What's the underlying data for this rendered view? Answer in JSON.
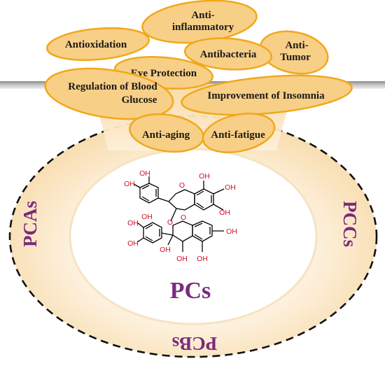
{
  "activities": [
    {
      "id": "antioxidation",
      "lines": [
        "Antioxidation"
      ]
    },
    {
      "id": "anti-inflammatory",
      "lines": [
        "Anti-",
        "inflammatory"
      ]
    },
    {
      "id": "antibacteria",
      "lines": [
        "Antibacteria"
      ]
    },
    {
      "id": "anti-tumor",
      "lines": [
        "Anti-",
        "Tumor"
      ]
    },
    {
      "id": "eye-protection",
      "lines": [
        "Eye Protection"
      ]
    },
    {
      "id": "regulation-of-blood-glucose",
      "lines": [
        "Regulation of Blood",
        "Glucose"
      ]
    },
    {
      "id": "improvement-of-insomnia",
      "lines": [
        "Improvement of Insomnia"
      ]
    },
    {
      "id": "anti-aging",
      "lines": [
        "Anti-aging"
      ]
    },
    {
      "id": "anti-fatigue",
      "lines": [
        "Anti-fatigue"
      ]
    }
  ],
  "ring_labels": {
    "left": "PCAs",
    "right": "PCCs",
    "bottom": "PCBs"
  },
  "center_label": "PCs",
  "chemical_labels": {
    "oh": "OH",
    "o": "O"
  },
  "colors": {
    "pill_fill": "#f8cf86",
    "pill_stroke": "#f0a81c",
    "ring_fill": "#fbe8c9",
    "inner_fill": "#ffffff",
    "cone_fill": "#fbe1b4",
    "label_purple": "#7a2a7c",
    "chem_red": "#d1112c",
    "bar_gray": "#a9a9a9"
  }
}
